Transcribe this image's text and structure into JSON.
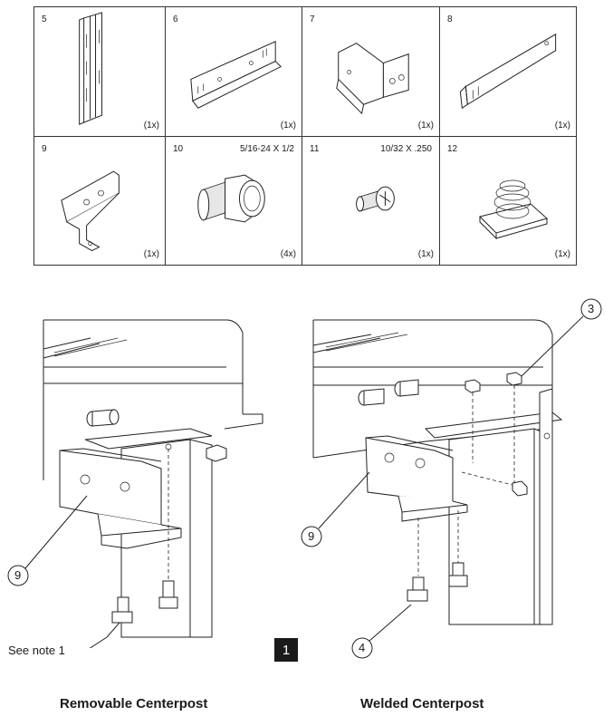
{
  "parts": [
    {
      "number": "5",
      "qty": "(1x)",
      "icon": "upright-channel-part"
    },
    {
      "number": "6",
      "qty": "(1x)",
      "icon": "long-angle-bracket-part"
    },
    {
      "number": "7",
      "qty": "(1x)",
      "icon": "corner-bracket-part"
    },
    {
      "number": "8",
      "qty": "(1x)",
      "icon": "long-flat-bracket-part"
    },
    {
      "number": "9",
      "qty": "(1x)",
      "icon": "offset-bracket-part"
    },
    {
      "number": "10",
      "qty": "(4x)",
      "spec": "5/16-24 X 1/2",
      "icon": "hex-flange-bolt-part"
    },
    {
      "number": "11",
      "qty": "(1x)",
      "spec": "10/32 X .250",
      "icon": "machine-screw-part"
    },
    {
      "number": "12",
      "qty": "(1x)",
      "icon": "spring-nut-part"
    }
  ],
  "diagrams": {
    "left": {
      "caption": "Removable Centerpost",
      "callouts": [
        "9"
      ],
      "note": "See note 1"
    },
    "right": {
      "caption": "Welded Centerpost",
      "callouts": [
        "3",
        "9",
        "4"
      ]
    },
    "step": "1"
  }
}
